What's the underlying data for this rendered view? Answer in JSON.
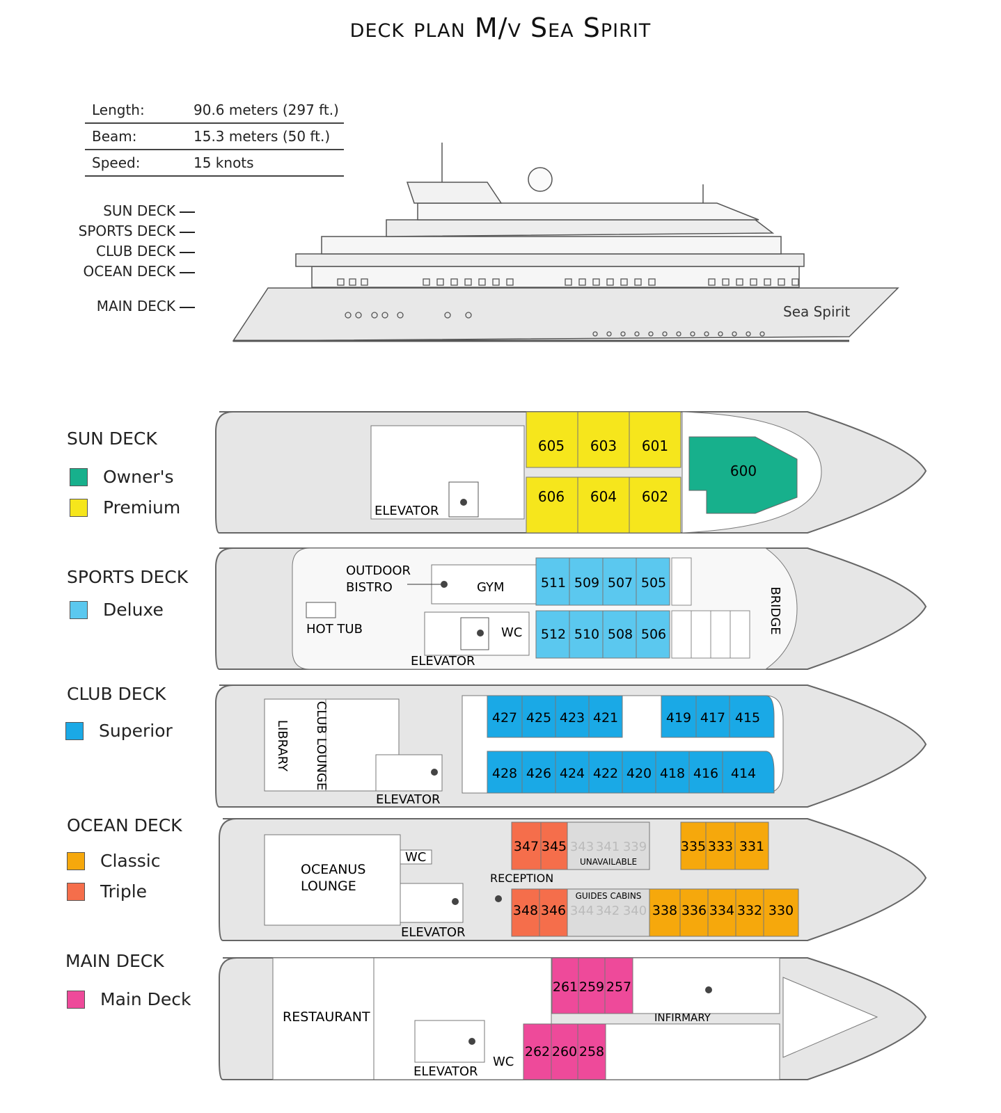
{
  "title": "deck plan M/v Sea Spirit",
  "specs": [
    {
      "key": "Length:",
      "value": "90.6 meters (297 ft.)"
    },
    {
      "key": "Beam:",
      "value": "15.3 meters (50 ft.)"
    },
    {
      "key": "Speed:",
      "value": "15 knots"
    }
  ],
  "profile_decks": [
    "SUN DECK",
    "SPORTS DECK",
    "CLUB DECK",
    "OCEAN DECK",
    "MAIN DECK"
  ],
  "ship_name": "Sea Spirit",
  "colors": {
    "owners": "#17b08c",
    "premium": "#f6e61c",
    "deluxe": "#5bc8ef",
    "superior": "#1aa9e6",
    "classic": "#f6a80c",
    "triple": "#f56e4b",
    "main": "#ee4a9a",
    "unavailable": "#dcdcdc",
    "hull": "#e6e6e6"
  },
  "legend": {
    "sun": {
      "title": "SUN DECK",
      "items": [
        {
          "label": "Owner's",
          "color": "#17b08c"
        },
        {
          "label": "Premium",
          "color": "#f6e61c"
        }
      ]
    },
    "sports": {
      "title": "SPORTS DECK",
      "items": [
        {
          "label": "Deluxe",
          "color": "#5bc8ef"
        }
      ]
    },
    "club": {
      "title": "CLUB DECK",
      "items": [
        {
          "label": "Superior",
          "color": "#1aa9e6"
        }
      ]
    },
    "ocean": {
      "title": "OCEAN DECK",
      "items": [
        {
          "label": "Classic",
          "color": "#f6a80c"
        },
        {
          "label": "Triple",
          "color": "#f56e4b"
        }
      ]
    },
    "main": {
      "title": "MAIN DECK",
      "items": [
        {
          "label": "Main Deck",
          "color": "#ee4a9a"
        }
      ]
    }
  },
  "labels": {
    "elevator": "ELEVATOR",
    "outdoor_bistro_1": "OUTDOOR",
    "outdoor_bistro_2": "BISTRO",
    "gym": "GYM",
    "wc": "WC",
    "hot_tub": "HOT TUB",
    "bridge": "BRIDGE",
    "library": "LIBRARY",
    "club_lounge": "CLUB LOUNGE",
    "oceanus_1": "OCEANUS",
    "oceanus_2": "LOUNGE",
    "reception": "RECEPTION",
    "unavailable": "UNAVAILABLE",
    "guides_cabins": "GUIDES CABINS",
    "restaurant": "RESTAURANT",
    "infirmary": "INFIRMARY"
  },
  "cabins": {
    "sun_top": [
      "605",
      "603",
      "601"
    ],
    "sun_bottom": [
      "606",
      "604",
      "602"
    ],
    "sun_owner": "600",
    "sports_top": [
      "511",
      "509",
      "507",
      "505"
    ],
    "sports_bottom": [
      "512",
      "510",
      "508",
      "506"
    ],
    "club_top_a": [
      "427",
      "425",
      "423",
      "421"
    ],
    "club_top_b": [
      "419",
      "417",
      "415"
    ],
    "club_bottom": [
      "428",
      "426",
      "424",
      "422",
      "420",
      "418",
      "416",
      "414"
    ],
    "ocean_top_triple": [
      "347",
      "345"
    ],
    "ocean_top_unavail": [
      "343",
      "341",
      "339"
    ],
    "ocean_top_classic": [
      "335",
      "333",
      "331"
    ],
    "ocean_bottom_triple": [
      "348",
      "346"
    ],
    "ocean_bottom_guides": [
      "344",
      "342",
      "340"
    ],
    "ocean_bottom_classic": [
      "338",
      "336",
      "334",
      "332",
      "330"
    ],
    "main_top": [
      "261",
      "259",
      "257"
    ],
    "main_bottom": [
      "262",
      "260",
      "258"
    ]
  }
}
